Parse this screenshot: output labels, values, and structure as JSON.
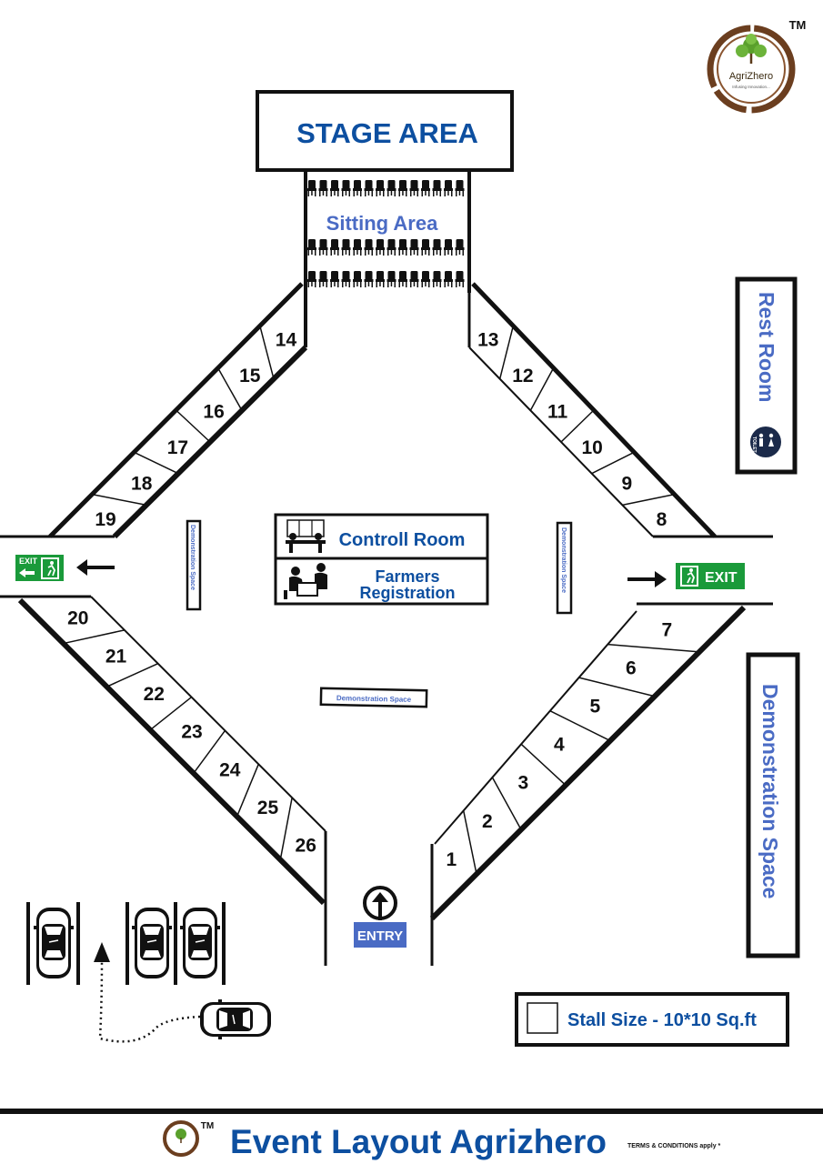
{
  "stage": {
    "label": "STAGE AREA"
  },
  "sitting": {
    "label": "Sitting Area"
  },
  "rest_room": {
    "label": "Rest Room",
    "badge": "TOILET"
  },
  "logo": {
    "name": "AgriZhero",
    "tagline": "Infusing Innovation...",
    "tm": "TM"
  },
  "control_room": {
    "label": "Controll Room"
  },
  "farmers_registration": {
    "line1": "Farmers",
    "line2": "Registration"
  },
  "demonstration_space": {
    "small_label": "Demonstration Space",
    "large_label": "Demonstration Space"
  },
  "exits": {
    "left": "EXIT",
    "right": "EXIT"
  },
  "entry": {
    "label": "ENTRY"
  },
  "stall_size": {
    "label": "Stall Size - 10*10 Sq.ft"
  },
  "footer": {
    "title": "Event Layout Agrizhero",
    "terms": "TERMS & CONDITIONS apply *",
    "tm": "TM"
  },
  "stalls": {
    "upper_left": [
      "14",
      "15",
      "16",
      "17",
      "18",
      "19"
    ],
    "upper_right": [
      "13",
      "12",
      "11",
      "10",
      "9",
      "8"
    ],
    "lower_left": [
      "20",
      "21",
      "22",
      "23",
      "24",
      "25",
      "26"
    ],
    "lower_right": [
      "7",
      "6",
      "5",
      "4",
      "3",
      "2",
      "1"
    ]
  },
  "colors": {
    "title_blue": "#0d4fa0",
    "label_blue": "#4a6bc4",
    "exit_green": "#1a9a3a",
    "entry_blue": "#4a6bc4",
    "logo_brown": "#6b3e1f",
    "logo_green": "#5aa02c"
  }
}
